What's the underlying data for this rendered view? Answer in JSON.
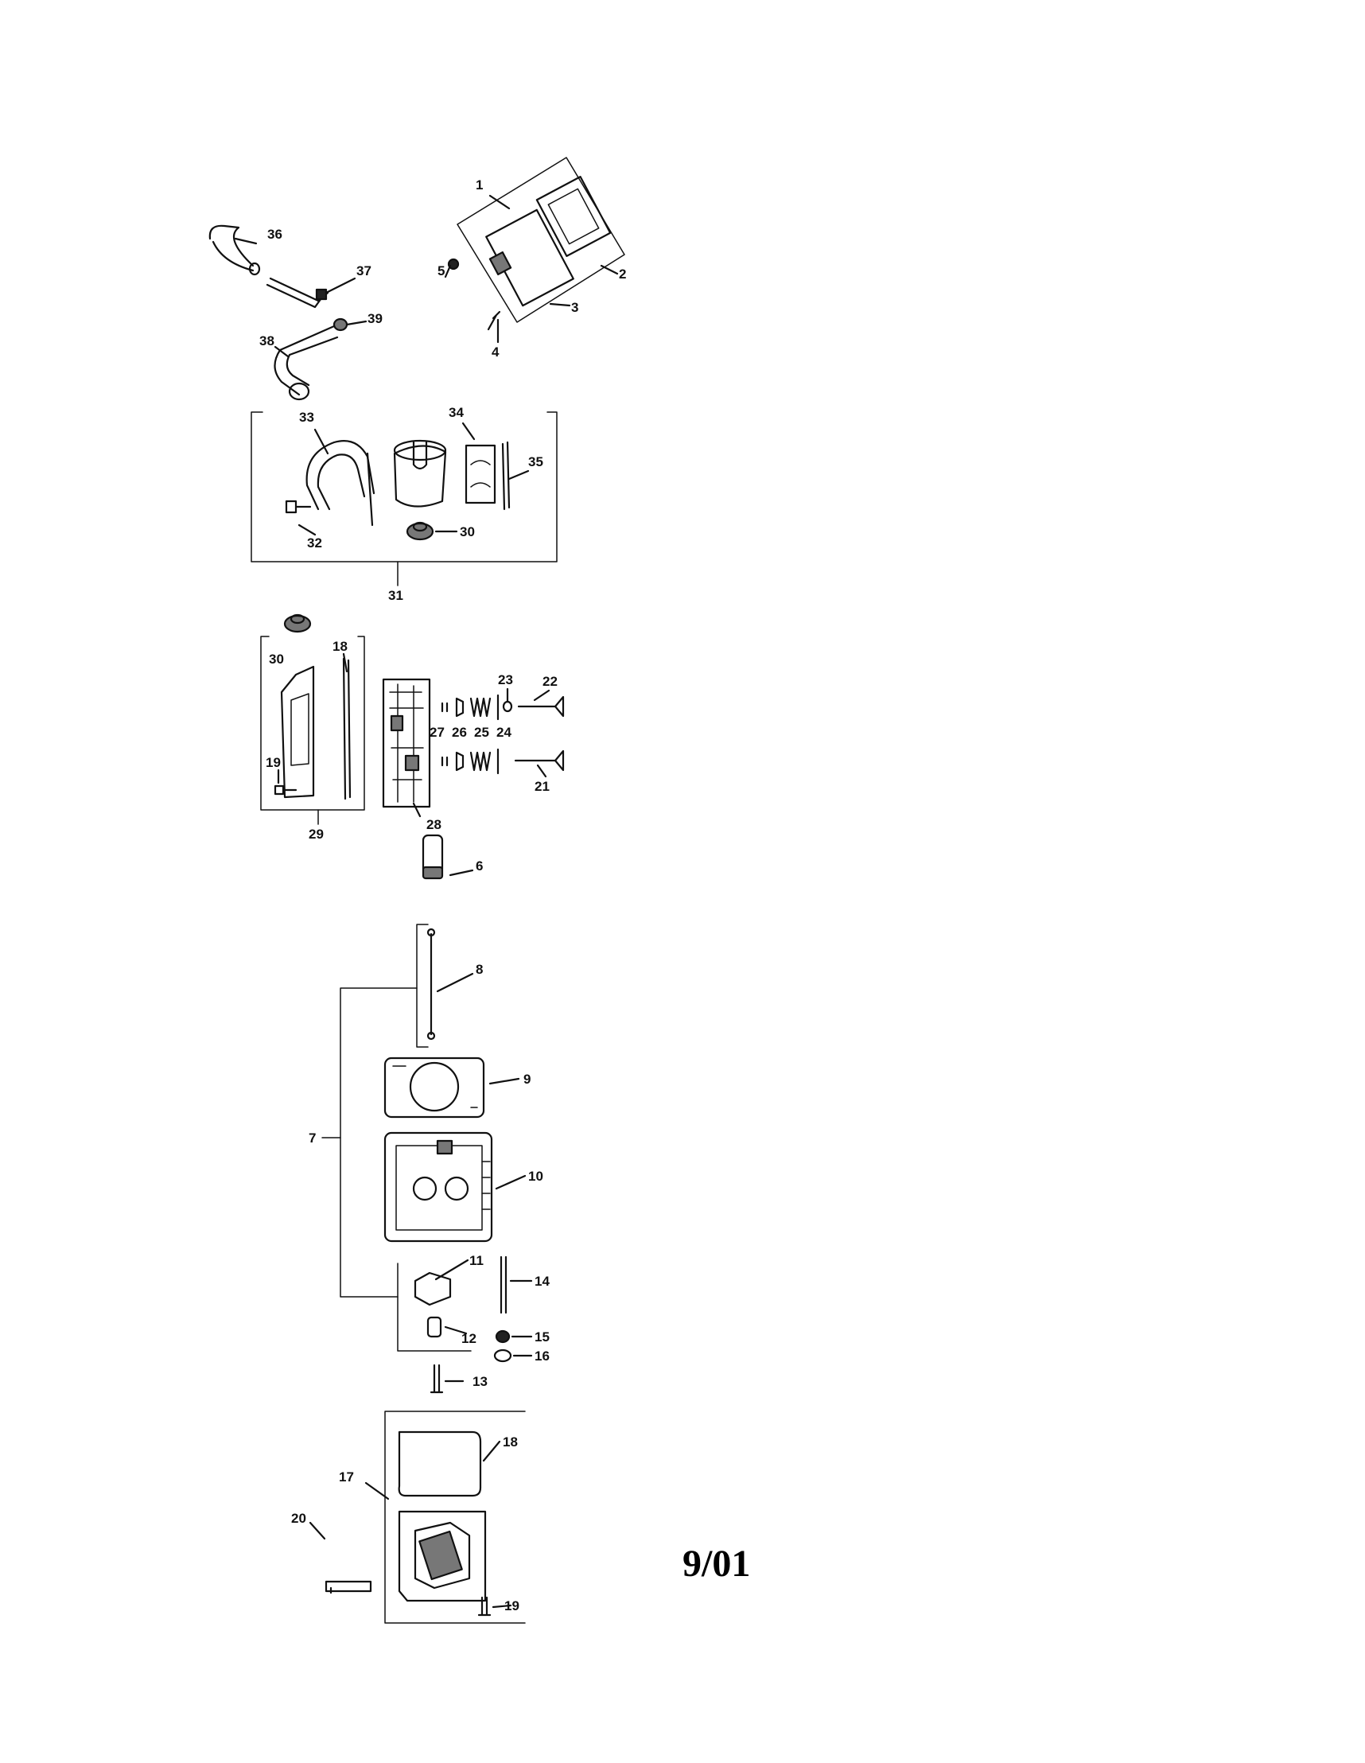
{
  "date_code": "9/01",
  "callouts": {
    "c1": "1",
    "c2": "2",
    "c3": "3",
    "c4": "4",
    "c5": "5",
    "c6": "6",
    "c7": "7",
    "c8": "8",
    "c9": "9",
    "c10": "10",
    "c11": "11",
    "c12": "12",
    "c13": "13",
    "c14": "14",
    "c15": "15",
    "c16": "16",
    "c17": "17",
    "c18a": "18",
    "c18b": "18",
    "c19a": "19",
    "c19b": "19",
    "c20": "20",
    "c21": "21",
    "c22": "22",
    "c23": "23",
    "c24": "24",
    "c25": "25",
    "c26": "26",
    "c27": "27",
    "c28": "28",
    "c29": "29",
    "c30a": "30",
    "c30b": "30",
    "c31": "31",
    "c32": "32",
    "c33": "33",
    "c34": "34",
    "c35": "35",
    "c36": "36",
    "c37": "37",
    "c38": "38",
    "c39": "39"
  }
}
